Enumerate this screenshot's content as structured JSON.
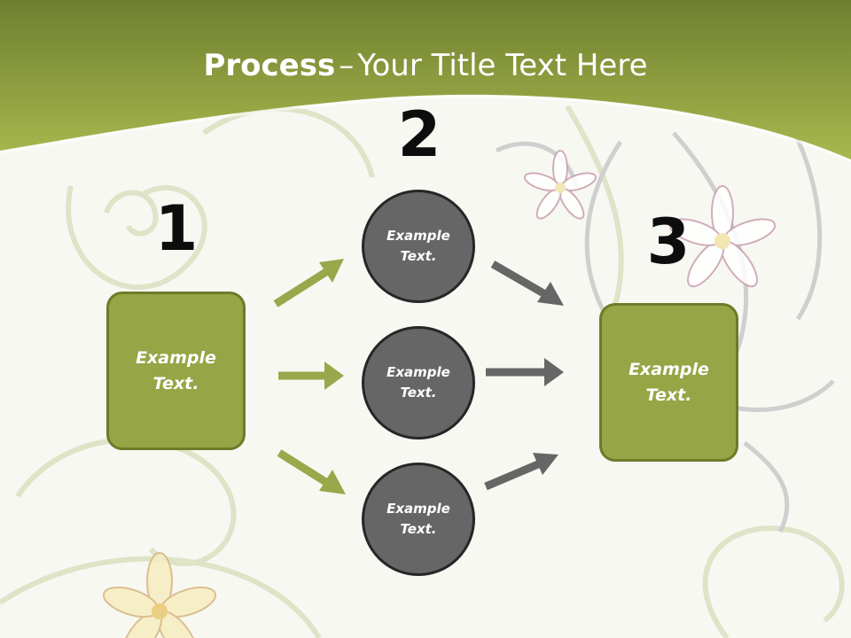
{
  "title": {
    "bold": "Process",
    "separator": "–",
    "rest": "Your Title Text Here"
  },
  "steps": [
    {
      "number": "1",
      "text": "Example Text."
    },
    {
      "number": "2"
    },
    {
      "number": "3",
      "text": "Example Text."
    }
  ],
  "circles": [
    {
      "text": "Example Text."
    },
    {
      "text": "Example Text."
    },
    {
      "text": "Example Text."
    }
  ],
  "colors": {
    "header_green": "#8fa03a",
    "box_fill": "#96a545",
    "box_border": "#6f7a2a",
    "circle_fill": "#666666",
    "circle_border": "#262626",
    "arrow_green": "#98a84a",
    "arrow_gray": "#666666"
  }
}
